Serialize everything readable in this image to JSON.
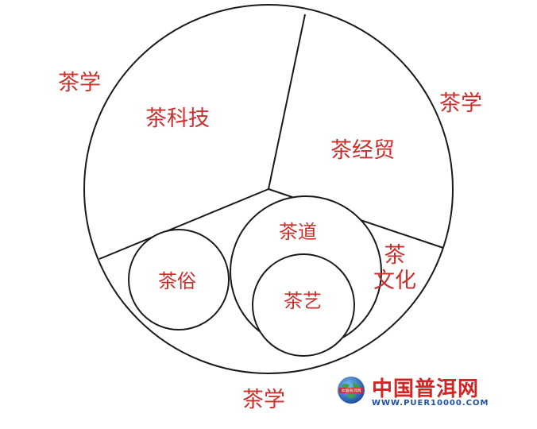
{
  "diagram": {
    "outer_labels": {
      "left": "茶学",
      "right": "茶学",
      "bottom": "茶学"
    },
    "sections": {
      "tech": "茶科技",
      "trade": "茶经贸"
    },
    "culture": {
      "char1": "茶",
      "char2": "文化"
    },
    "circles": {
      "customs": "茶俗",
      "dao": "茶道",
      "art": "茶艺"
    },
    "line_color": "#1a1a1a",
    "text_color": "#c9302c"
  },
  "watermark": {
    "title": "中国普洱网",
    "url": "WWW.PUER10000.COM",
    "globe_text": "中国普洱网",
    "title_color": "#d42424",
    "url_color": "#1d4fa3"
  }
}
